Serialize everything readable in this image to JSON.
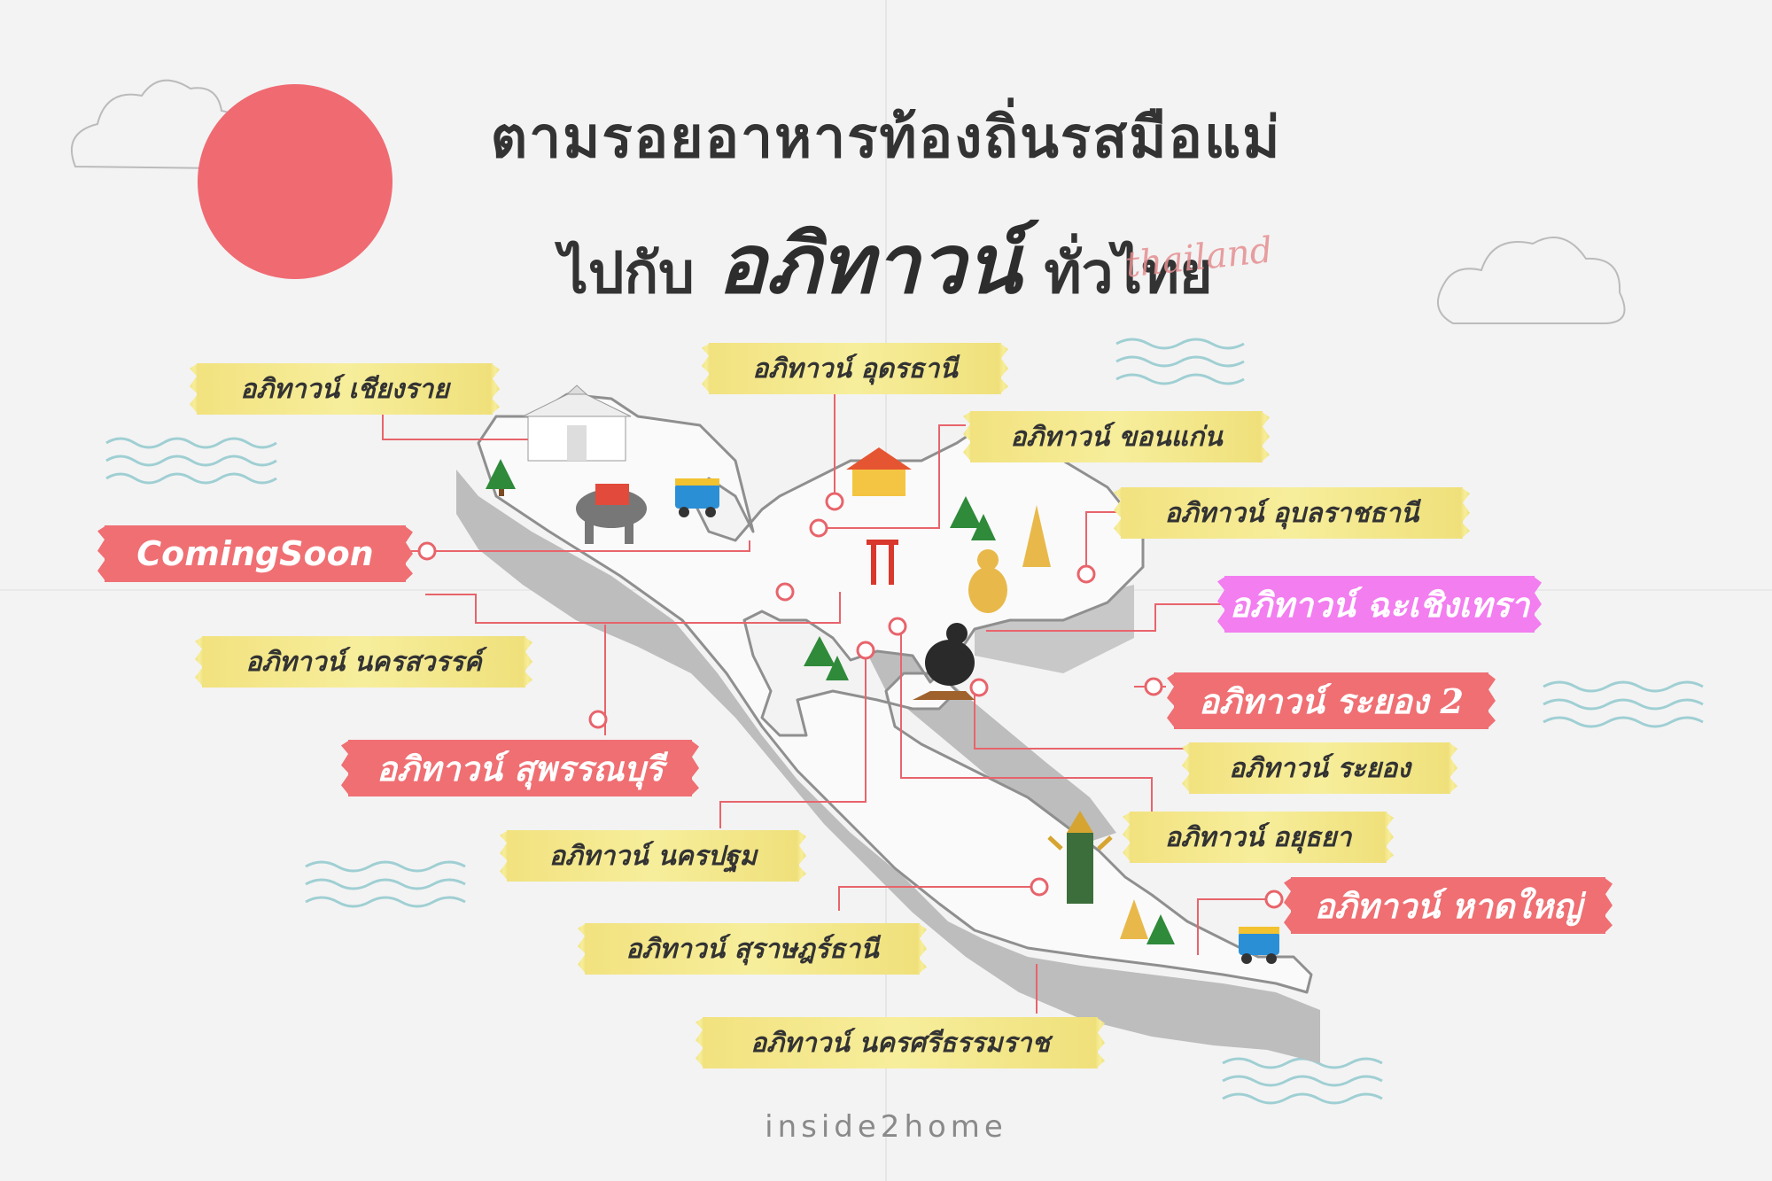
{
  "header": {
    "title_line1": "ตามรอยอาหารท้องถิ่นรสมือแม่",
    "title_line2_prefix": "ไปกับ",
    "title_line2_brand": "อภิทาวน์",
    "title_line2_suffix": "ทั่วไทย",
    "script_word": "thailand"
  },
  "labels": {
    "chiangrai": "อภิทาวน์ เชียงราย",
    "udonthani": "อภิทาวน์ อุดรธานี",
    "khonkaen": "อภิทาวน์ ขอนแก่น",
    "ubon": "อภิทาวน์ อุบลราชธานี",
    "coming_soon": "ComingSoon",
    "chachoengsao": "อภิทาวน์ ฉะเชิงเทรา",
    "nakhonsawan": "อภิทาวน์ นครสวรรค์",
    "rayong2": "อภิทาวน์ ระยอง 2",
    "suphanburi": "อภิทาวน์ สุพรรณบุรี",
    "rayong": "อภิทาวน์ ระยอง",
    "ayutthaya": "อภิทาวน์ อยุธยา",
    "nakhonpathom": "อภิทาวน์ นครปฐม",
    "hatyai": "อภิทาวน์ หาดใหญ่",
    "suratthani": "อภิทาวน์ สุราษฎร์ธานี",
    "nakhonsi": "อภิทาวน์ นครศรีธรรมราช"
  },
  "footer": {
    "brand": "inside2home"
  },
  "colors": {
    "accent_red": "#ef6f73",
    "sun": "#f06a72",
    "tag_yellow": "#f4e68a",
    "tag_pink": "#f27ef0",
    "map_grey": "#bdbdbd",
    "waves": "#9fcfd3"
  },
  "icons": [
    "cloud-icon",
    "sun-icon",
    "waves-icon",
    "temple-icon",
    "elephant-icon",
    "tuktuk-icon",
    "tree-icon",
    "giant-swing-icon",
    "buddha-icon",
    "stupa-icon",
    "statue-icon",
    "dancer-icon",
    "location-pin-icon"
  ]
}
